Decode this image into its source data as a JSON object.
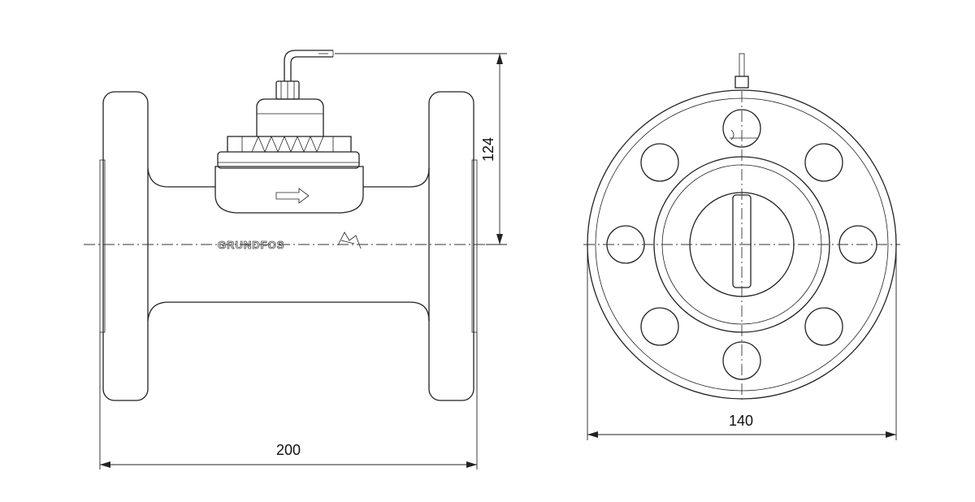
{
  "drawing": {
    "dimensions": {
      "overall_length": "200",
      "height_to_centerline": "124",
      "flange_diameter": "140"
    },
    "brand_logo": "GRUNDFOS"
  }
}
